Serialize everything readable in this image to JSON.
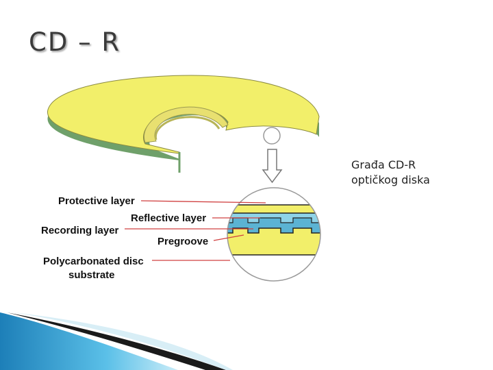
{
  "slide": {
    "title": "CD – R",
    "caption_line1": "Građa CD-R",
    "caption_line2": "optičkog diska"
  },
  "diagram": {
    "labels": {
      "protective_layer": "Protective layer",
      "reflective_layer": "Reflective layer",
      "recording_layer": "Recording layer",
      "pregroove": "Pregroove",
      "polycarbonate_line1": "Polycarbonated disc",
      "polycarbonate_line2": "substrate"
    },
    "colors": {
      "disc_yellow": "#f2ef6a",
      "disc_edge_green": "#6fa06a",
      "reflective_blue": "#8ed3e8",
      "recording_blue": "#5bb3d3",
      "leader_red": "#d04040",
      "accent_blue": "#2a8fc1"
    }
  }
}
